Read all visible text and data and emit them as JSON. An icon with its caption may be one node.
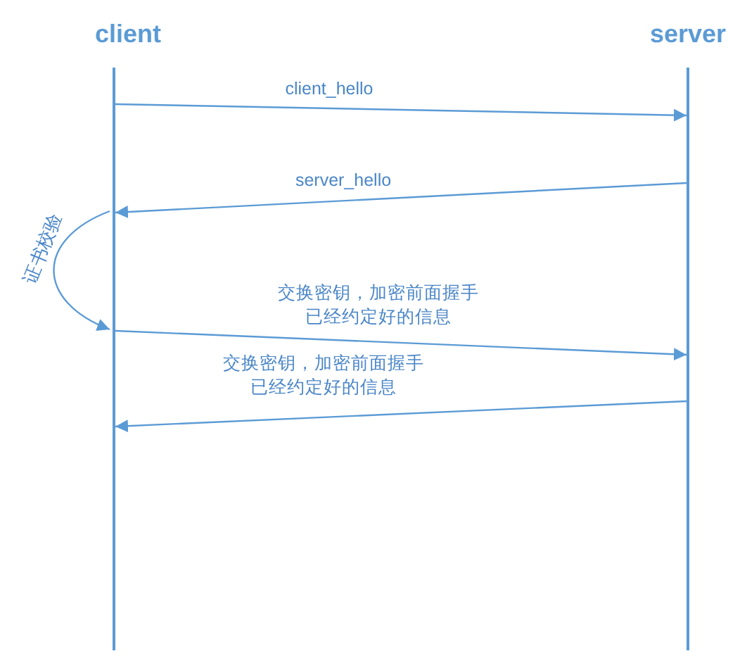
{
  "diagram": {
    "nodes": [
      {
        "text": [],
        "shape": "bar"
      },
      {
        "text": [],
        "shape": "bar"
      }
    ],
    "edges": [
      {
        "from": 0,
        "to": 1,
        "arrow": "to",
        "label": "client_hello"
      },
      {
        "from": 1,
        "to": 0,
        "arrow": "to",
        "label": "server_hello"
      },
      {
        "from": 0,
        "to": 0,
        "arrow": "to",
        "label": "证书校验"
      },
      {
        "from": 0,
        "to": 1,
        "arrow": "to",
        "label": "交换密钥，加密前面握手已经约定好的信息"
      },
      {
        "from": 1,
        "to": 0,
        "arrow": "to",
        "label": "交换密钥，加密前面握手已经约定好的信息"
      }
    ],
    "labels": [
      "client",
      "server"
    ]
  }
}
